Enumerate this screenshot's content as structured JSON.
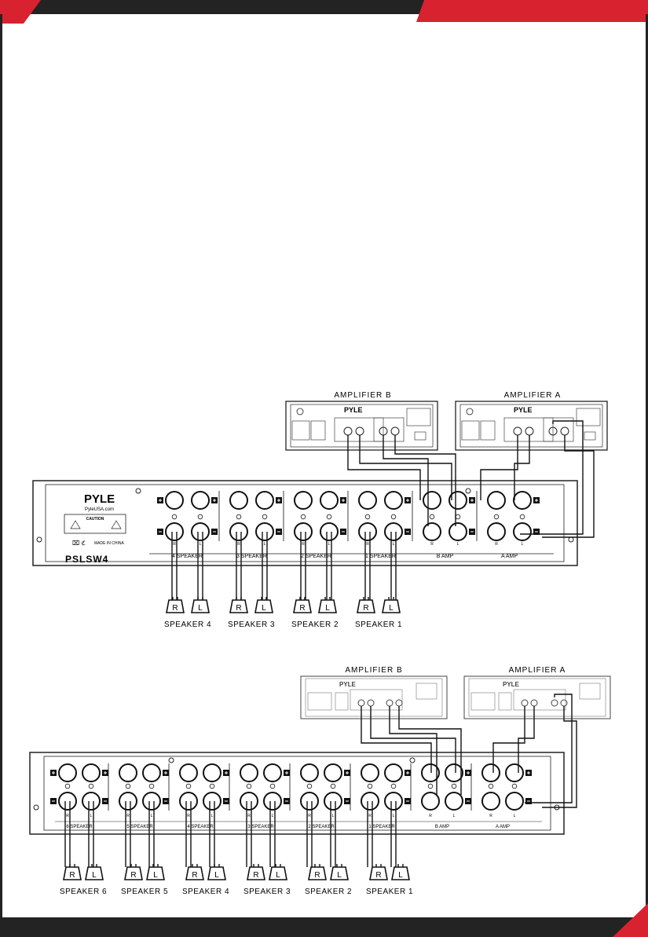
{
  "colors": {
    "accent": "#d9222f",
    "dark": "#232323"
  },
  "diagram_1": {
    "amplifier_b": "AMPLIFIER B",
    "amplifier_a": "AMPLIFIER A",
    "brand": "PYLE",
    "website": "PyleUSA.com",
    "caution": "CAUTION",
    "made_in": "MADE IN CHINA",
    "model": "PSLSW4",
    "group_labels": [
      "4 SPEAKER",
      "3 SPEAKER",
      "2 SPEAKER",
      "1 SPEAKER",
      "B AMP",
      "A AMP"
    ],
    "channel_r": "R",
    "channel_l": "L",
    "speakers": [
      "SPEAKER 4",
      "SPEAKER 3",
      "SPEAKER 2",
      "SPEAKER 1"
    ]
  },
  "diagram_2": {
    "amplifier_b": "AMPLIFIER B",
    "amplifier_a": "AMPLIFIER A",
    "group_labels": [
      "6 SPEAKER",
      "5 SPEAKER",
      "4 SPEAKER",
      "3 SPEAKER",
      "2 SPEAKER",
      "1 SPEAKER",
      "B AMP",
      "A AMP"
    ],
    "channel_r": "R",
    "channel_l": "L",
    "speakers": [
      "SPEAKER 6",
      "SPEAKER 5",
      "SPEAKER 4",
      "SPEAKER 3",
      "SPEAKER 2",
      "SPEAKER 1"
    ]
  }
}
